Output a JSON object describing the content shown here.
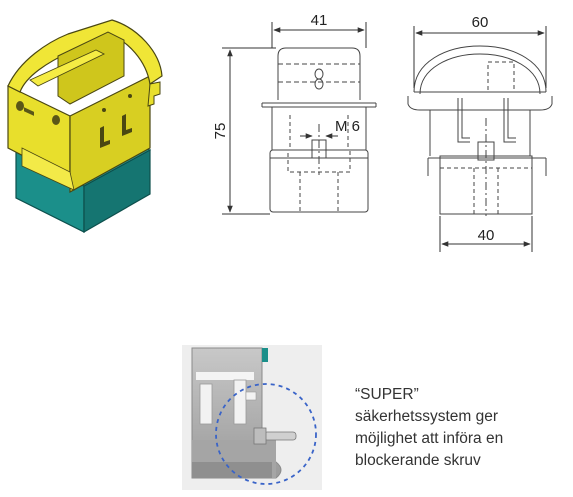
{
  "dimensions": {
    "front_width": "41",
    "height": "75",
    "thread": "M 6",
    "side_top_width": "60",
    "side_bottom_width": "40"
  },
  "caption": {
    "line1": "“SUPER”",
    "line2": "säkerhetssystem ger",
    "line3": "möjlighet att införa en",
    "line4": "blockerande skruv"
  },
  "colors": {
    "housing_yellow": "#e8df2c",
    "base_teal": "#1b8f8a",
    "callout_blue": "#3a64c8"
  }
}
